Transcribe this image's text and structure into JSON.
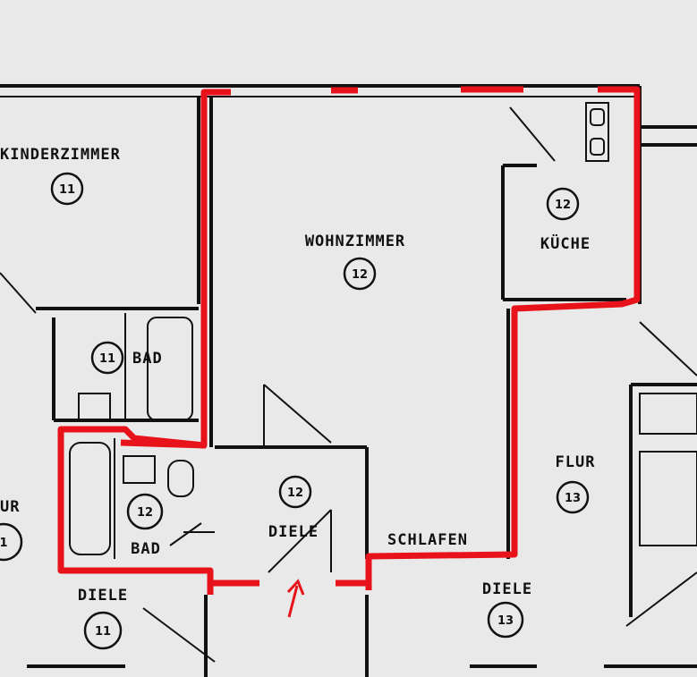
{
  "rooms": {
    "kinderzimmer": {
      "name": "KINDERZIMMER",
      "number": "11"
    },
    "wohnzimmer": {
      "name": "WOHNZIMMER",
      "number": "12"
    },
    "kueche": {
      "name": "KÜCHE",
      "number": "12"
    },
    "bad_11": {
      "name": "BAD",
      "number": "11"
    },
    "bad_12": {
      "name": "BAD",
      "number": "12"
    },
    "diele_12": {
      "name": "DIELE",
      "number": "12"
    },
    "schlafen": {
      "name": "SCHLAFEN"
    },
    "flur_13": {
      "name": "FLUR",
      "number": "13"
    },
    "flur_left": {
      "name": "UR",
      "number": "1"
    },
    "diele_11": {
      "name": "DIELE",
      "number": "11"
    },
    "diele_13": {
      "name": "DIELE",
      "number": "13"
    }
  },
  "colors": {
    "highlight": "#e8131a",
    "walls": "#111111",
    "paper": "#e9e9ea"
  }
}
